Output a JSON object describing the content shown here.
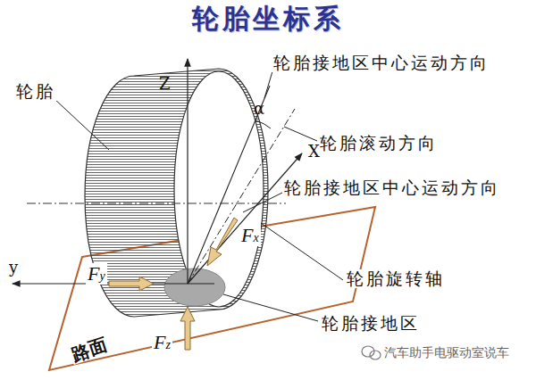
{
  "diagram": {
    "title": "轮胎坐标系",
    "labels": [
      "轮胎",
      "Z",
      "轮胎接地区中心运动方向",
      "α",
      "轮胎滚动方向",
      "X",
      "轮胎接地区中心运动方向",
      "Fx",
      "y",
      "Fy",
      "轮胎旋转轴",
      "轮胎接地区",
      "Fz",
      "路面",
      "汽车助手电驱动室说车"
    ]
  }
}
